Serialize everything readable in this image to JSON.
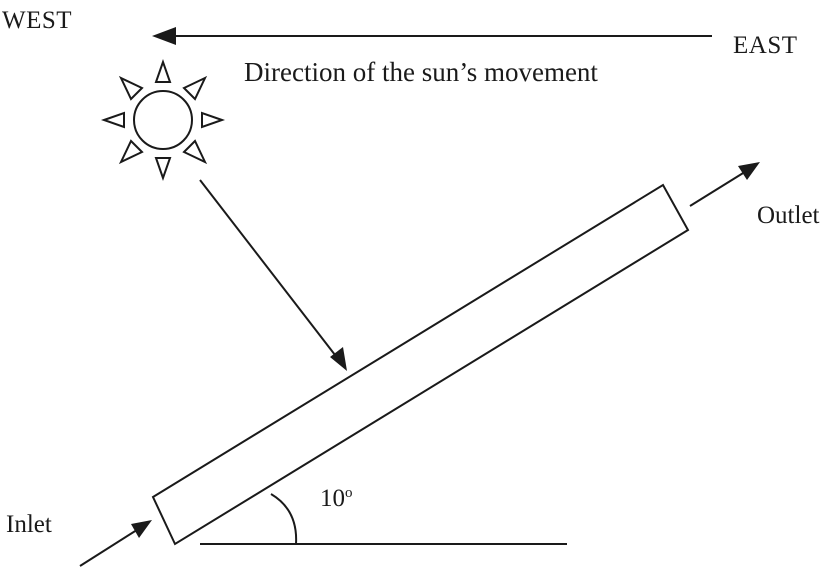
{
  "diagram": {
    "labels": {
      "west": "WEST",
      "east": "EAST",
      "direction": "Direction of the sun’s movement",
      "outlet": "Outlet",
      "inlet": "Inlet",
      "angle_value": "10",
      "angle_unit": "o"
    },
    "icons": {
      "sun": "sun-icon"
    },
    "colors": {
      "line": "#1a1a1a",
      "background": "#ffffff"
    }
  }
}
